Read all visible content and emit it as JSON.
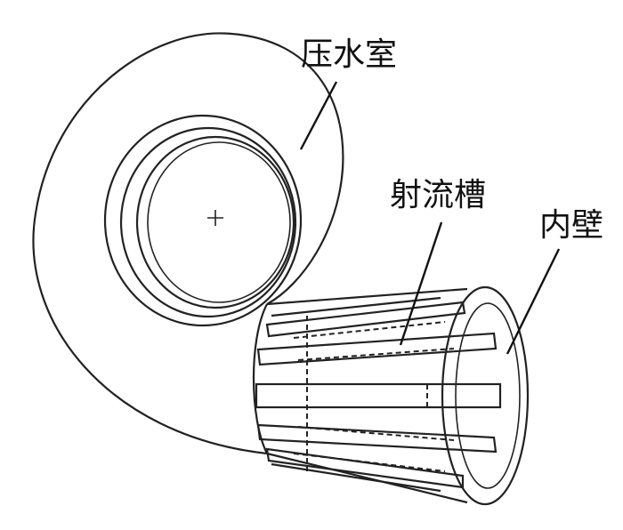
{
  "labels": {
    "volute": "压水室",
    "jet_slot": "射流槽",
    "inner_wall": "内壁"
  }
}
